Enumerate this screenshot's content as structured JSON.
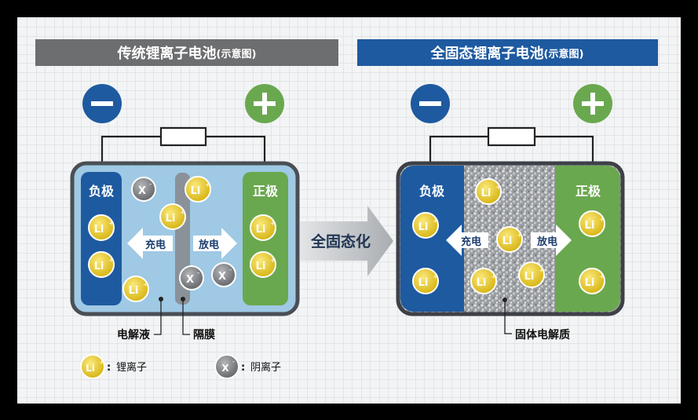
{
  "left_panel": {
    "title": "传统锂离子电池",
    "title_suffix": "(示意图)",
    "terminal_negative": "−",
    "terminal_positive": "+",
    "anode_label": "负极",
    "cathode_label": "正极",
    "charge_label": "充电",
    "discharge_label": "放电",
    "electrolyte_label": "电解液",
    "separator_label": "隔膜"
  },
  "right_panel": {
    "title": "全固态锂离子电池",
    "title_suffix": "(示意图)",
    "terminal_negative": "−",
    "terminal_positive": "+",
    "anode_label": "负极",
    "cathode_label": "正极",
    "charge_label": "充电",
    "discharge_label": "放电",
    "solid_electrolyte_label": "固体电解质"
  },
  "transition_label": "全固态化",
  "ion_symbols": {
    "lithium": "Li",
    "lithium_charge": "+",
    "anion": "X",
    "anion_charge": "-"
  },
  "legend": {
    "lithium_ion": "锂离子",
    "anion": "阴离子",
    "separator": ":"
  },
  "colors": {
    "left_title_bg": "#6d6e70",
    "right_title_bg": "#1e5aa0",
    "anode": "#1e5aa0",
    "cathode": "#6aa84f",
    "electrolyte": "#9fc9e4",
    "casing": "#4a4f55",
    "li_ion": "#e3c51a",
    "anion": "#7a7c80",
    "arrow": "#bfc3c7"
  }
}
